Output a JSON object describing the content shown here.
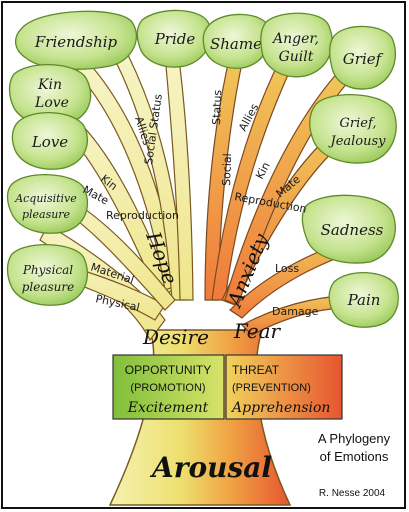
{
  "colors": {
    "trunk_light": "#f3f1a4",
    "trunk_mid": "#e7d35a",
    "trunk_right": "#ef7a3a",
    "trunk_far_right": "#e7552f",
    "leaf_fill": "#b6dc7a",
    "leaf_edge": "#5f8a2a",
    "box_left": "#8fc23a",
    "box_right": "#ec6a34"
  },
  "leaves": {
    "friendship": "Friendship",
    "pride": "Pride",
    "shame": "Shame",
    "anger_guilt": [
      "Anger,",
      "Guilt"
    ],
    "grief": "Grief",
    "kin_love": [
      "Kin",
      "Love"
    ],
    "love": "Love",
    "grief_jealousy": [
      "Grief,",
      "Jealousy"
    ],
    "acquisitive_pleasure": [
      "Acquisitive",
      "pleasure"
    ],
    "sadness": "Sadness",
    "physical_pleasure": [
      "Physical",
      "pleasure"
    ],
    "pain": "Pain"
  },
  "branches": {
    "allies_left": "Allies",
    "social_status_left": "Social Status",
    "status_right": "Status",
    "allies_right": "Allies",
    "social_right": "Social",
    "kin_left": "Kin",
    "mate_left": "Mate",
    "reproduction_left": "Reproduction",
    "kin_right": "Kin",
    "mate_right": "Mate",
    "reproduction_right": "Reproduction",
    "material": "Material",
    "physical": "Physical",
    "loss": "Loss",
    "damage": "Damage"
  },
  "trunk": {
    "hope": "Hope",
    "anxiety": "Anxiety",
    "desire": "Desire",
    "fear": "Fear",
    "arousal": "Arousal"
  },
  "boxes": {
    "opportunity": {
      "title": "OPPORTUNITY",
      "sub": "(PROMOTION)",
      "feeling": "Excitement"
    },
    "threat": {
      "title": "THREAT",
      "sub": "(PREVENTION)",
      "feeling": "Apprehension"
    }
  },
  "caption": {
    "line1": "A Phylogeny",
    "line2": "of Emotions",
    "credit": "R. Nesse 2004"
  }
}
